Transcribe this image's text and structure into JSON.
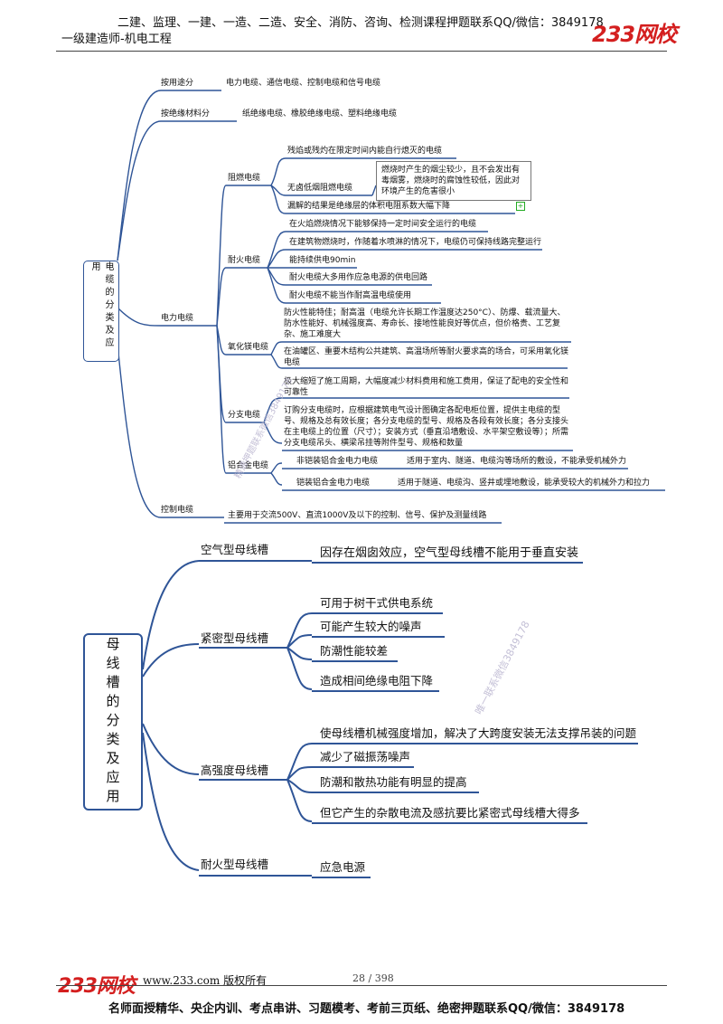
{
  "header": {
    "promo": "二建、监理、一建、一造、二造、安全、消防、咨询、检测课程押题联系QQ/微信：3849178",
    "doc_title": "一级建造师-机电工程",
    "logo": "233网校"
  },
  "cable_map": {
    "root": "电缆的分类及应用",
    "by_use": {
      "label": "按用途分",
      "text": "电力电缆、通信电缆、控制电缆和信号电缆"
    },
    "by_insulation": {
      "label": "按绝缘材料分",
      "text": "纸绝缘电缆、橡胶绝缘电缆、塑料绝缘电缆"
    },
    "power": {
      "label": "电力电缆",
      "flame_retardant": {
        "label": "阻燃电缆",
        "item1": "残焰或残灼在限定时间内能自行熄灭的电缆",
        "item2": "无卤低烟阻燃电缆",
        "item2_note": "燃烧时产生的烟尘较少，且不会发出有毒烟雾，燃烧时的腐蚀性较低，因此对环境产生的危害很小",
        "item3": "漏解的结果是绝缘层的体积电阻系数大幅下降"
      },
      "fire_resistant": {
        "label": "耐火电缆",
        "items": [
          "在火焰燃烧情况下能够保持一定时间安全运行的电缆",
          "在建筑物燃烧时，作随着水喷淋的情况下，电缆仍可保持线路完整运行",
          "能持续供电90min",
          "耐火电缆大多用作应急电源的供电回路",
          "耐火电缆不能当作耐高温电缆使用"
        ]
      },
      "mineral": {
        "label": "氧化镁电缆",
        "item1": "防火性能特佳；耐高温（电缆允许长期工作温度达250°C）、防爆、载流量大、防水性能好、机械强度高、寿命长、接地性能良好等优点，但价格贵、工艺复杂、施工难度大",
        "item2": "在油罐区、重要木结构公共建筑、高温场所等耐火要求高的场合，可采用氧化镁电缆"
      },
      "branch": {
        "label": "分支电缆",
        "item1": "极大缩短了施工周期，大幅度减少材料费用和施工费用，保证了配电的安全性和可靠性",
        "item2": "订购分支电缆时，应根据建筑电气设计图确定各配电柜位置，提供主电缆的型号、规格及总有效长度；各分支电缆的型号、规格及各段有效长度；各分支接头在主电缆上的位置（尺寸）；安装方式（垂直沿墙敷设、水平架空敷设等）；所需分支电缆吊头、横梁吊挂等附件型号、规格和数量"
      },
      "aluminum": {
        "label": "铝合金电缆",
        "item1": "非铠装铝合金电力电缆",
        "item1_note": "适用于室内、隧道、电缆沟等场所的敷设，不能承受机械外力",
        "item2": "铠装铝合金电力电缆",
        "item2_note": "适用于隧道、电缆沟、竖井或埋地敷设，能承受较大的机械外力和拉力"
      }
    },
    "control": {
      "label": "控制电缆",
      "text": "主要用于交流500V、直流1000V及以下的控制、信号、保护及测量线路"
    }
  },
  "busway_map": {
    "root": "母线槽的分类及应用",
    "air": {
      "label": "空气型母线槽",
      "items": [
        "因存在烟囱效应，空气型母线槽不能用于垂直安装"
      ]
    },
    "dense": {
      "label": "紧密型母线槽",
      "items": [
        "可用于树干式供电系统",
        "可能产生较大的噪声",
        "防潮性能较差",
        "造成相间绝缘电阻下降"
      ]
    },
    "high_strength": {
      "label": "高强度母线槽",
      "items": [
        "使母线槽机械强度增加，解决了大跨度安装无法支撑吊装的问题",
        "减少了磁振荡噪声",
        "防潮和散热功能有明显的提高",
        "但它产生的杂散电流及感抗要比紧密式母线槽大得多"
      ]
    },
    "fire": {
      "label": "耐火型母线槽",
      "items": [
        "应急电源"
      ]
    }
  },
  "watermarks": [
    "精通押题联系微信3849178",
    "唯一联系微信3849178"
  ],
  "footer": {
    "logo": "233网校",
    "copyright": "www.233.com 版权所有",
    "page": "28 / 398",
    "promo": "名师面授精华、央企内训、考点串讲、习题模考、考前三页纸、绝密押题联系QQ/微信：3849178"
  },
  "colors": {
    "line": "#2f5597",
    "logo": "#d41f1f"
  }
}
